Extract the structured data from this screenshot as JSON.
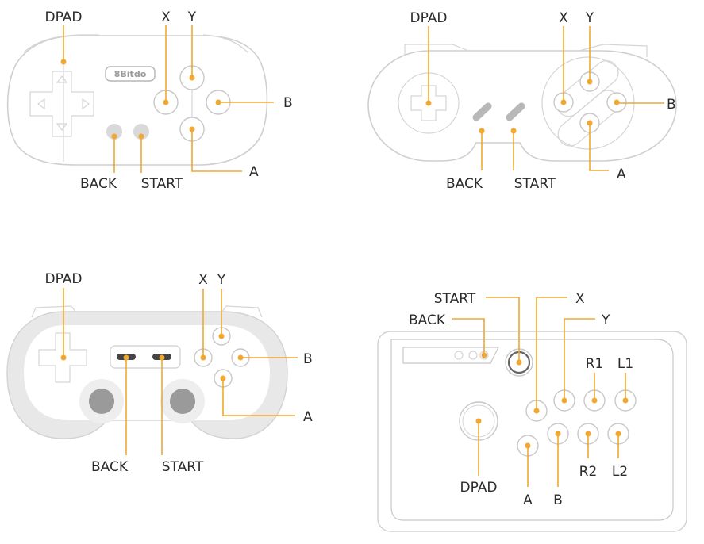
{
  "colors": {
    "accent": "#f0a830",
    "outline": "#cfcfcf",
    "label": "#2b2b2b"
  },
  "panels": {
    "top_left": {
      "logo": "8Bitdo",
      "labels": {
        "dpad": "DPAD",
        "x": "X",
        "y": "Y",
        "b": "B",
        "a": "A",
        "back": "BACK",
        "start": "START"
      }
    },
    "top_right": {
      "labels": {
        "dpad": "DPAD",
        "x": "X",
        "y": "Y",
        "b": "B",
        "a": "A",
        "back": "BACK",
        "start": "START"
      }
    },
    "bottom_left": {
      "labels": {
        "dpad": "DPAD",
        "x": "X",
        "y": "Y",
        "b": "B",
        "a": "A",
        "back": "BACK",
        "start": "START"
      }
    },
    "bottom_right": {
      "labels": {
        "start": "START",
        "back": "BACK",
        "x": "X",
        "y": "Y",
        "r1": "R1",
        "l1": "L1",
        "r2": "R2",
        "l2": "L2",
        "dpad": "DPAD",
        "a": "A",
        "b": "B"
      }
    }
  }
}
